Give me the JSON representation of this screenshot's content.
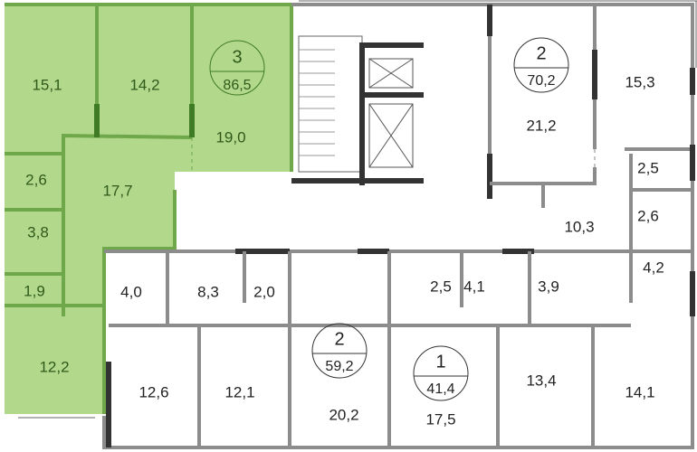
{
  "colors": {
    "highlight": "#b2d88c",
    "highlight_wall": "#6fa84a",
    "wall": "#8c8c8c",
    "wall_dark": "#333333"
  },
  "highlighted_apartment": {
    "rooms_count": "3",
    "total_area": "86,5",
    "rooms": [
      {
        "id": "room-1",
        "area": "15,1"
      },
      {
        "id": "room-2",
        "area": "14,2"
      },
      {
        "id": "living",
        "area": "19,0"
      },
      {
        "id": "bath-1",
        "area": "2,6"
      },
      {
        "id": "hall",
        "area": "17,7"
      },
      {
        "id": "bath-2",
        "area": "3,8"
      },
      {
        "id": "storage",
        "area": "1,9"
      },
      {
        "id": "room-3",
        "area": "12,2"
      }
    ]
  },
  "apartments": [
    {
      "rooms_count": "2",
      "total_area": "70,2",
      "rooms": [
        "21,2",
        "15,3",
        "2,5",
        "2,6",
        "10,3",
        "4,2"
      ]
    },
    {
      "rooms_count": "2",
      "total_area": "59,2",
      "rooms": [
        "4,0",
        "8,3",
        "2,0",
        "12,6",
        "12,1",
        "20,2"
      ]
    },
    {
      "rooms_count": "1",
      "total_area": "41,4",
      "rooms": [
        "2,5",
        "4,1",
        "3,9",
        "17,5",
        "13,4",
        "14,1"
      ]
    }
  ]
}
